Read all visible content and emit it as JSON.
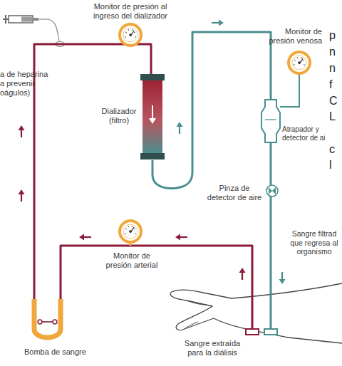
{
  "diagram": {
    "labels": [
      "Monitor de presión al ingreso del dializador",
      "a de heparina a prevenir oágulos)",
      "Monitor de presión venosa",
      "Dializador (filtro)",
      "Atrapador y detector de ai",
      "Pinza de detector de aire",
      "Sangre filtrad que regresa al organismo",
      "Monitor de presión arterial",
      "Bomba de sangre",
      "Sangre extraída para la diálisis",
      "p",
      "n",
      "n",
      "f",
      "C",
      "L",
      "c",
      "l"
    ]
  }
}
